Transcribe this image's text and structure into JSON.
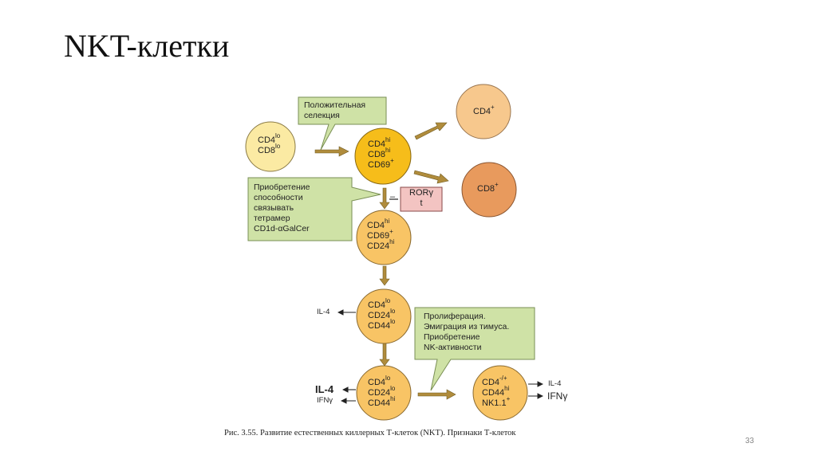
{
  "slide": {
    "title": "NKT-клетки",
    "caption": "Рис. 3.55. Развитие естественных киллерных Т-клеток (NKT). Признаки Т-клеток",
    "slide_number": "33"
  },
  "colors": {
    "cell_light": "#fbeaa3",
    "cell_gold": "#f6bd1a",
    "cell_orange": "#f8c465",
    "cell_cd4": "#f7c88d",
    "cell_cd8": "#e89a5d",
    "callout": "#cfe2a6",
    "ror_box": "#f3c4c2",
    "arrow": "#b08c3c"
  },
  "cells": {
    "c1": {
      "l1": "CD4",
      "s1": "lo",
      "l2": "CD8",
      "s2": "lo"
    },
    "c2": {
      "l1": "CD4",
      "s1": "hi",
      "l2": "CD8",
      "s2": "hi",
      "l3": "CD69",
      "s3": "+"
    },
    "c3": {
      "l1": "CD4",
      "s1": "+"
    },
    "c4": {
      "l1": "CD8",
      "s1": "+"
    },
    "c5": {
      "l1": "CD4",
      "s1": "hi",
      "l2": "CD69",
      "s2": "+",
      "l3": "CD24",
      "s3": "hi"
    },
    "c6": {
      "l1": "CD4",
      "s1": "lo",
      "l2": "CD24",
      "s2": "lo",
      "l3": "CD44",
      "s3": "lo"
    },
    "c7": {
      "l1": "CD4",
      "s1": "lo",
      "l2": "CD24",
      "s2": "lo",
      "l3": "CD44",
      "s3": "hi"
    },
    "c8": {
      "l1": "CD4",
      "s1": "-/+",
      "l2": "CD44",
      "s2": "hi",
      "l3": "NK1.1",
      "s3": "+"
    }
  },
  "callouts": {
    "positive_selection": [
      "Положительная",
      "селекция"
    ],
    "tetramer": [
      "Приобретение",
      "способности",
      "связывать",
      "тетрамер",
      "CD1d-αGalCer"
    ],
    "proliferation": [
      "Пролиферация.",
      "Эмиграция из тимуса.",
      "Приобретение",
      "NK-активности"
    ]
  },
  "ror": {
    "line1": "RORγ",
    "line2": "t",
    "inhibit": "–"
  },
  "cytokines": {
    "c6_left": "IL-4",
    "c7_left1": "IL-4",
    "c7_left2": "IFNγ",
    "c8_right1": "IL-4",
    "c8_right2": "IFNγ"
  }
}
